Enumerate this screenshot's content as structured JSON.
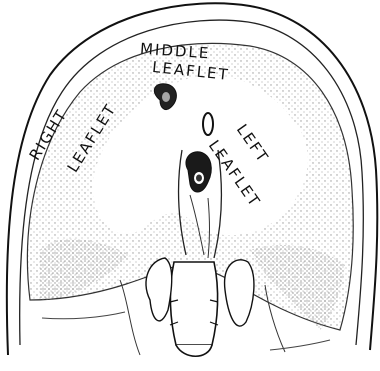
{
  "labels": {
    "middle_line1": "MIDDLE",
    "middle_line2": "LEAFLET",
    "right_line1": "RIGHT",
    "right_line2": "LEAFLET",
    "left_line1": "LEFT",
    "left_line2": "LEAFLET"
  },
  "colors": {
    "ink": "#111111",
    "paper": "#ffffff",
    "stipple": "#b8b8b8"
  }
}
